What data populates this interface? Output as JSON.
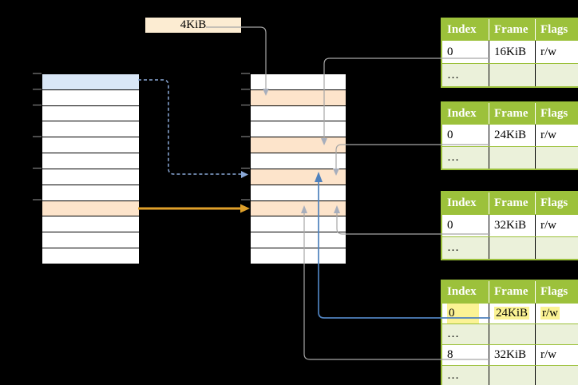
{
  "page_size_box": {
    "label": "4KiB"
  },
  "columns": [
    "Index",
    "Frame",
    "Flags"
  ],
  "virtual_memory": {
    "row_count": 12,
    "blue_row": 0,
    "orange_row": 8,
    "tick_rows": [
      0,
      1,
      2,
      4,
      6,
      8
    ]
  },
  "physical_memory": {
    "row_count": 12,
    "orange_rows": [
      1,
      4,
      6,
      8
    ],
    "tick_rows": [
      0,
      1,
      2,
      4,
      6,
      8
    ]
  },
  "page_tables": [
    {
      "rows": [
        {
          "cells": [
            "0",
            "16KiB",
            "r/w"
          ]
        },
        {
          "cells": [
            "…",
            "",
            ""
          ],
          "shade": true
        }
      ]
    },
    {
      "rows": [
        {
          "cells": [
            "0",
            "24KiB",
            "r/w"
          ]
        },
        {
          "cells": [
            "…",
            "",
            ""
          ],
          "shade": true
        }
      ]
    },
    {
      "rows": [
        {
          "cells": [
            "0",
            "32KiB",
            "r/w"
          ]
        },
        {
          "cells": [
            "…",
            "",
            ""
          ],
          "shade": true
        }
      ]
    },
    {
      "rows": [
        {
          "cells": [
            "0",
            "24KiB",
            "r/w"
          ],
          "highlight": true
        },
        {
          "cells": [
            "…",
            "",
            ""
          ],
          "shade": true
        },
        {
          "cells": [
            "8",
            "32KiB",
            "r/w"
          ]
        },
        {
          "cells": [
            "…",
            "",
            ""
          ],
          "shade": true
        }
      ]
    }
  ],
  "colors": {
    "header_green": "#9cc13b",
    "row_green": "#ebf1da",
    "border_green": "#9cc13b",
    "header_text": "#ffffff",
    "row_blue": "#d9e7f7",
    "row_orange": "#fde4cb",
    "box_cream": "#fcecd2",
    "line_gray": "#a6a6a6",
    "arrow_gray": "#a7aebc",
    "line_blue": "#4f81bd",
    "dash_blue": "#8ba9d8",
    "arrow_orange": "#dfa02a",
    "tick_gray": "#7f7f7f",
    "highlight_yellow": "#fbf394"
  }
}
